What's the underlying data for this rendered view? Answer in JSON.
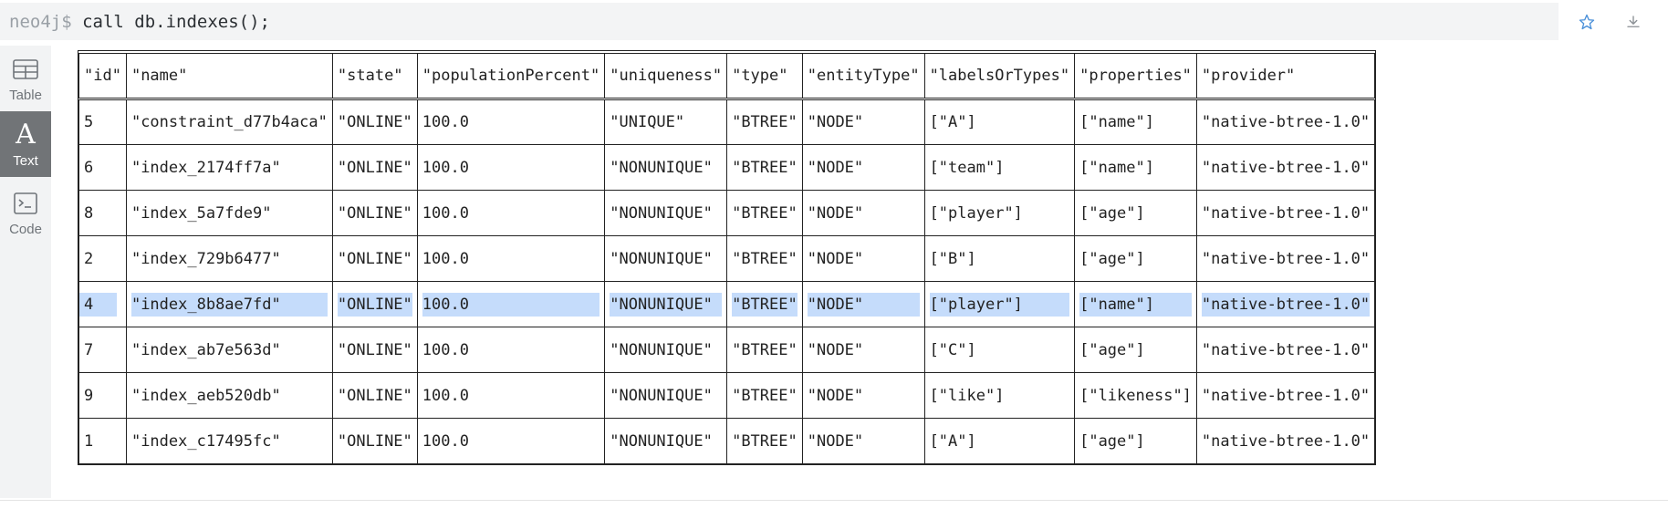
{
  "command": {
    "prompt": "neo4j$",
    "text": " call db.indexes();"
  },
  "toolbar": {
    "star_icon": "star-icon",
    "download_icon": "download-icon"
  },
  "sidebar": {
    "items": [
      {
        "label": "Table",
        "icon": "table-icon",
        "active": false
      },
      {
        "label": "Text",
        "icon": "text-icon",
        "active": true
      },
      {
        "label": "Code",
        "icon": "code-icon",
        "active": false
      }
    ]
  },
  "table": {
    "headers": [
      "\"id\"",
      "\"name\"",
      "\"state\"",
      "\"populationPercent\"",
      "\"uniqueness\"",
      "\"type\"",
      "\"entityType\"",
      "\"labelsOrTypes\"",
      "\"properties\"",
      "\"provider\""
    ],
    "rows": [
      [
        "5",
        "\"constraint_d77b4aca\"",
        "\"ONLINE\"",
        "100.0",
        "\"UNIQUE\"",
        "\"BTREE\"",
        "\"NODE\"",
        "[\"A\"]",
        "[\"name\"]",
        "\"native-btree-1.0\""
      ],
      [
        "6",
        "\"index_2174ff7a\"",
        "\"ONLINE\"",
        "100.0",
        "\"NONUNIQUE\"",
        "\"BTREE\"",
        "\"NODE\"",
        "[\"team\"]",
        "[\"name\"]",
        "\"native-btree-1.0\""
      ],
      [
        "8",
        "\"index_5a7fde9\"",
        "\"ONLINE\"",
        "100.0",
        "\"NONUNIQUE\"",
        "\"BTREE\"",
        "\"NODE\"",
        "[\"player\"]",
        "[\"age\"]",
        "\"native-btree-1.0\""
      ],
      [
        "2",
        "\"index_729b6477\"",
        "\"ONLINE\"",
        "100.0",
        "\"NONUNIQUE\"",
        "\"BTREE\"",
        "\"NODE\"",
        "[\"B\"]",
        "[\"age\"]",
        "\"native-btree-1.0\""
      ],
      [
        "4",
        "\"index_8b8ae7fd\"",
        "\"ONLINE\"",
        "100.0",
        "\"NONUNIQUE\"",
        "\"BTREE\"",
        "\"NODE\"",
        "[\"player\"]",
        "[\"name\"]",
        "\"native-btree-1.0\""
      ],
      [
        "7",
        "\"index_ab7e563d\"",
        "\"ONLINE\"",
        "100.0",
        "\"NONUNIQUE\"",
        "\"BTREE\"",
        "\"NODE\"",
        "[\"C\"]",
        "[\"age\"]",
        "\"native-btree-1.0\""
      ],
      [
        "9",
        "\"index_aeb520db\"",
        "\"ONLINE\"",
        "100.0",
        "\"NONUNIQUE\"",
        "\"BTREE\"",
        "\"NODE\"",
        "[\"like\"]",
        "[\"likeness\"]",
        "\"native-btree-1.0\""
      ],
      [
        "1",
        "\"index_c17495fc\"",
        "\"ONLINE\"",
        "100.0",
        "\"NONUNIQUE\"",
        "\"BTREE\"",
        "\"NODE\"",
        "[\"A\"]",
        "[\"age\"]",
        "\"native-btree-1.0\""
      ]
    ],
    "highlighted_row": 4,
    "highlight_color": "#c5dcfb"
  },
  "colors": {
    "accent": "#4a90d9",
    "sidebar_active": "#717477"
  }
}
